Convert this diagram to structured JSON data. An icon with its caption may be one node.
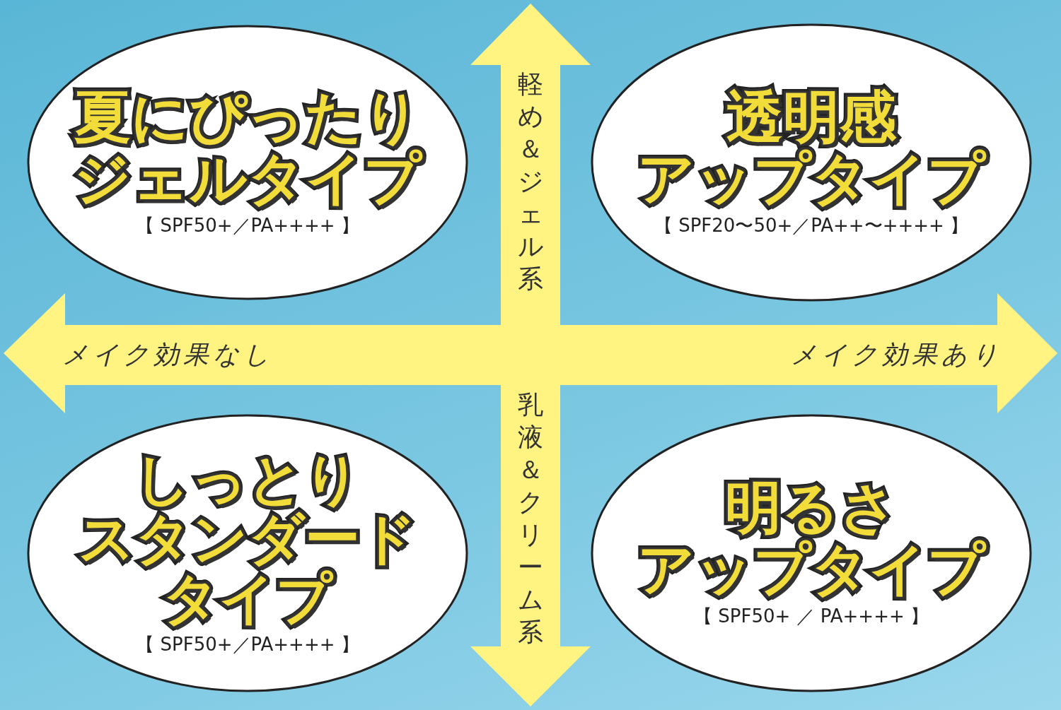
{
  "diagram": {
    "nodes": [
      {
        "text": [
          "夏にぴったりジェルタイプ",
          "【 SPF50+／PA++++ 】"
        ]
      },
      {
        "text": [
          "透明感アップタイプ",
          "【 SPF20〜50+／PA++〜++++ 】"
        ]
      },
      {
        "text": [
          "しっとりスタンダードタイプ",
          "【 SPF50+／PA++++ 】"
        ]
      },
      {
        "text": [
          "明るさアップタイプ",
          "【 SPF50+ ／ PA++++ 】"
        ]
      }
    ],
    "edges": [],
    "labels": [
      "軽め＆ジェル系",
      "メイク効果なし",
      "メイク効果あり",
      "乳液＆クリーム系"
    ]
  }
}
